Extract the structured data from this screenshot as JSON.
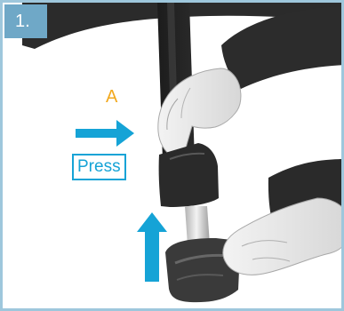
{
  "step": {
    "number": "1."
  },
  "labels": {
    "a": "A",
    "press": "Press"
  },
  "icons": {
    "press_direction": "right-arrow-icon",
    "lift_direction": "up-arrow-icon"
  },
  "colors": {
    "accent": "#15a3d6",
    "label_a": "#f2a91f",
    "step_badge": "#6fa8c7"
  }
}
